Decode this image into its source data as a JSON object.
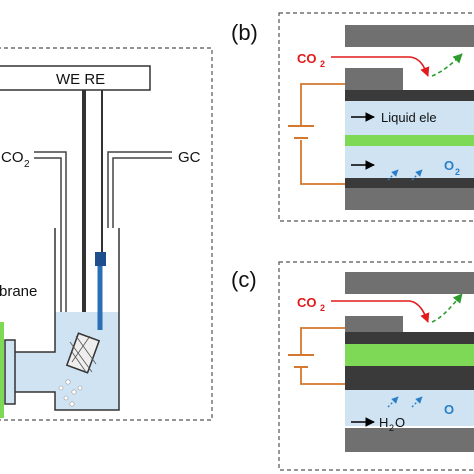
{
  "panel_a": {
    "electrode_labels": "WE RE",
    "gas_inlet": "CO",
    "gas_inlet_sub": "2",
    "gas_outlet": "GC",
    "membrane_label": "brane"
  },
  "panel_b": {
    "tag": "(b)",
    "co2": "CO",
    "co2_sub": "2",
    "liquid": "Liquid ele",
    "o2": "O",
    "o2_sub": "2"
  },
  "panel_c": {
    "tag": "(c)",
    "co2": "CO",
    "co2_sub": "2",
    "h2o": "H",
    "h2o_sub": "2",
    "h2o_tail": "O",
    "o_partial": "O"
  },
  "colors": {
    "co2_red": "#e31a1c",
    "green_dash": "#2e9b2e",
    "orange_wire": "#d4782f",
    "blue_dash": "#2a7fc9",
    "electrolyte": "#cfe3f2",
    "membrane_green": "#7ed957",
    "dark_gray": "#3a3a3a",
    "mid_gray": "#707070"
  }
}
